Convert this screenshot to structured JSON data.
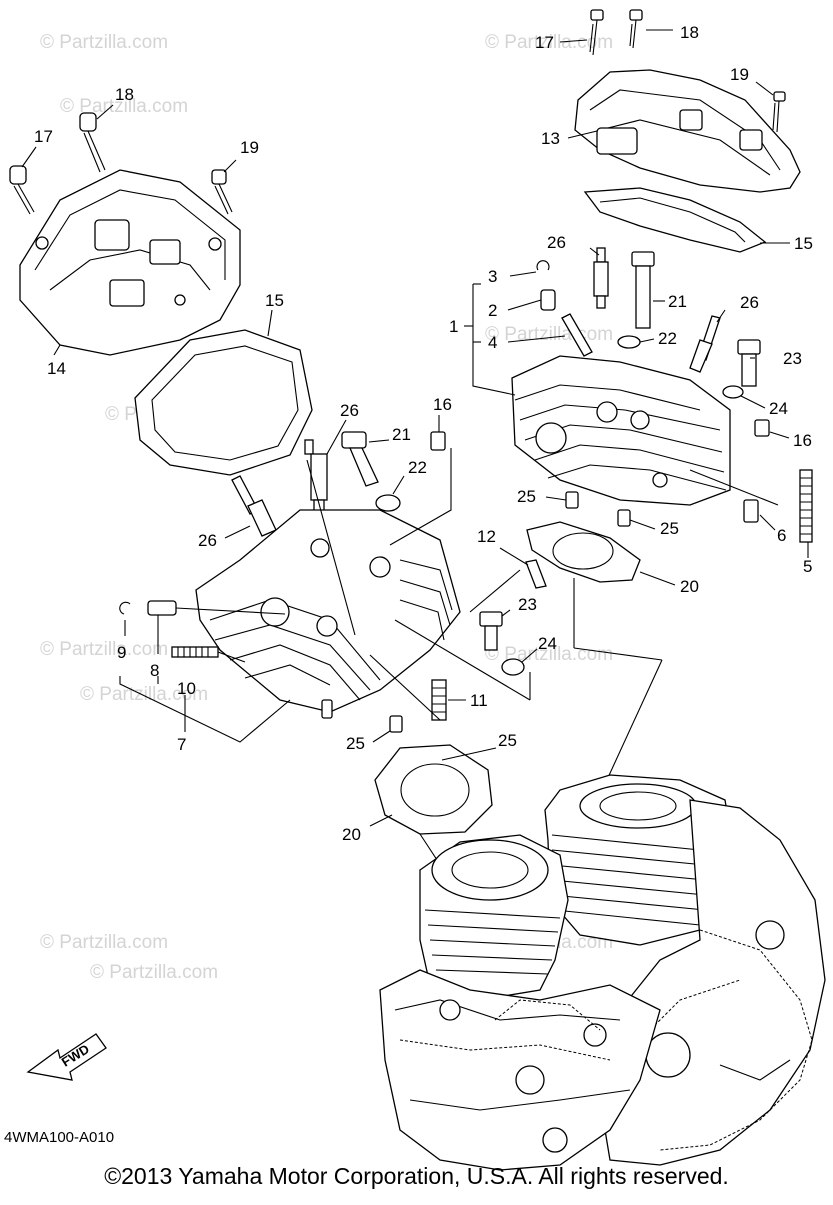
{
  "watermarks": [
    "© Partzilla.com",
    "© Partzilla.com",
    "© Partzilla.com",
    "© Partzilla.com",
    "© Partzilla.com",
    "© Partzilla.com",
    "© Partzilla.com",
    "© Partzilla.com",
    "© Partzilla.com",
    "© Partzilla.com",
    "© Partzilla.com"
  ],
  "callouts": {
    "c17a": "17",
    "c18a": "18",
    "c19a": "19",
    "c13": "13",
    "c15a": "15",
    "c26a": "26",
    "c3": "3",
    "c2": "2",
    "c1": "1",
    "c4": "4",
    "c21a": "21",
    "c22a": "22",
    "c26b": "26",
    "c23a": "23",
    "c24a": "24",
    "c16a": "16",
    "c25a": "25",
    "c25b": "25",
    "c6": "6",
    "c5": "5",
    "c20a": "20",
    "c18b": "18",
    "c17b": "17",
    "c19b": "19",
    "c14": "14",
    "c15b": "15",
    "c26c": "26",
    "c21b": "21",
    "c16b": "16",
    "c22b": "22",
    "c26d": "26",
    "c12": "12",
    "c23b": "23",
    "c24b": "24",
    "c9": "9",
    "c8": "8",
    "c10": "10",
    "c7": "7",
    "c11": "11",
    "c25c": "25",
    "c25d": "25",
    "c20b": "20"
  },
  "fwd_label": "FWD",
  "diagram_code": "4WMA100-A010",
  "copyright": "©2013 Yamaha Motor Corporation, U.S.A. All rights reserved."
}
